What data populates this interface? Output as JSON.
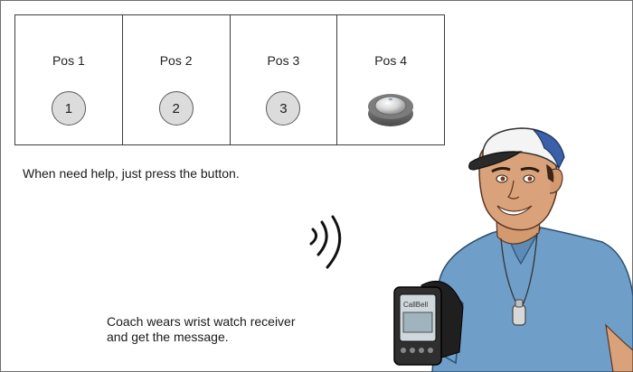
{
  "positions": [
    {
      "label": "Pos 1",
      "button": "1"
    },
    {
      "label": "Pos 2",
      "button": "2"
    },
    {
      "label": "Pos 3",
      "button": "3"
    },
    {
      "label": "Pos 4"
    }
  ],
  "help_text": "When need help, just press the button.",
  "coach_text": {
    "line1": "Coach wears wrist watch receiver",
    "line2": "and get the message."
  },
  "watch_brand": "CallBell",
  "colors": {
    "button_fill": "#dcdcdc",
    "shirt": "#6f9ec8",
    "cap_blue": "#3b5fa8",
    "skin": "#d9a27a"
  }
}
